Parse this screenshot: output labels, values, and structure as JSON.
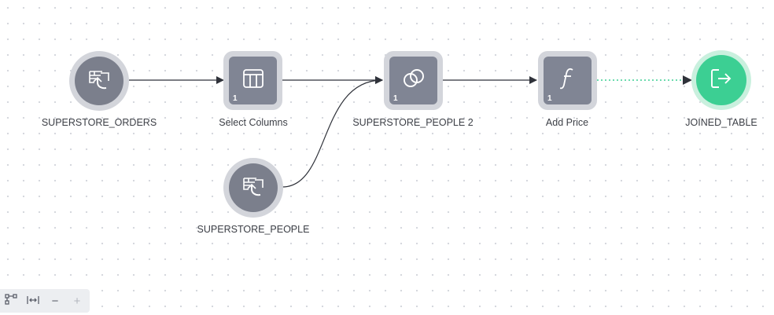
{
  "nodes": {
    "orders": {
      "label": "SUPERSTORE_ORDERS",
      "icon": "input-dataset-icon"
    },
    "select_columns": {
      "label": "Select Columns",
      "icon": "columns-icon",
      "count": "1"
    },
    "join": {
      "label": "SUPERSTORE_PEOPLE 2",
      "icon": "join-icon",
      "count": "1"
    },
    "add_price": {
      "label": "Add Price",
      "icon": "formula-icon",
      "count": "1"
    },
    "output": {
      "label": "JOINED_TABLE",
      "icon": "output-icon"
    },
    "people": {
      "label": "SUPERSTORE_PEOPLE",
      "icon": "input-dataset-icon"
    }
  },
  "toolbar": {
    "buttons": [
      {
        "name": "layout-icon",
        "label": ""
      },
      {
        "name": "fit-width-icon",
        "label": ""
      },
      {
        "name": "zoom-out-icon",
        "label": "−"
      },
      {
        "name": "zoom-in-icon",
        "label": "+"
      }
    ]
  },
  "colors": {
    "node_core": "#7b7f8c",
    "node_ring": "#d3d5db",
    "output_core": "#3ccf93",
    "edge": "#2f323a",
    "pending_edge": "#3ccf93"
  }
}
